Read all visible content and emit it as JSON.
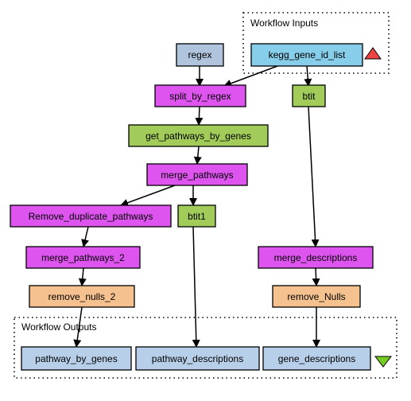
{
  "colors": {
    "input_port": "#87ceeb",
    "output_port": "#b7cfe9",
    "beanshell": "#dd55ee",
    "wsdl": "#a1cc5a",
    "constant": "#b0c4de",
    "local_worker": "#f5c28f",
    "input_triangle": "#ee4444",
    "output_triangle": "#77cc22",
    "arrow": "#000000"
  },
  "groups": {
    "inputs": {
      "label": "Workflow Inputs",
      "marker_icon": "triangle-up-icon"
    },
    "outputs": {
      "label": "Workflow Outputs",
      "marker_icon": "triangle-down-icon"
    }
  },
  "nodes": {
    "kegg_gene_id_list": {
      "label": "kegg_gene_id_list"
    },
    "regex": {
      "label": "regex"
    },
    "split_by_regex": {
      "label": "split_by_regex"
    },
    "btit": {
      "label": "btit"
    },
    "get_pathways_by_genes": {
      "label": "get_pathways_by_genes"
    },
    "merge_pathways": {
      "label": "merge_pathways"
    },
    "remove_duplicate_pathways": {
      "label": "Remove_duplicate_pathways"
    },
    "btit1": {
      "label": "btit1"
    },
    "merge_pathways_2": {
      "label": "merge_pathways_2"
    },
    "merge_descriptions": {
      "label": "merge_descriptions"
    },
    "remove_nulls_2": {
      "label": "remove_nulls_2"
    },
    "remove_nulls": {
      "label": "remove_Nulls"
    },
    "pathway_by_genes": {
      "label": "pathway_by_genes"
    },
    "pathway_descriptions": {
      "label": "pathway_descriptions"
    },
    "gene_descriptions": {
      "label": "gene_descriptions"
    }
  }
}
